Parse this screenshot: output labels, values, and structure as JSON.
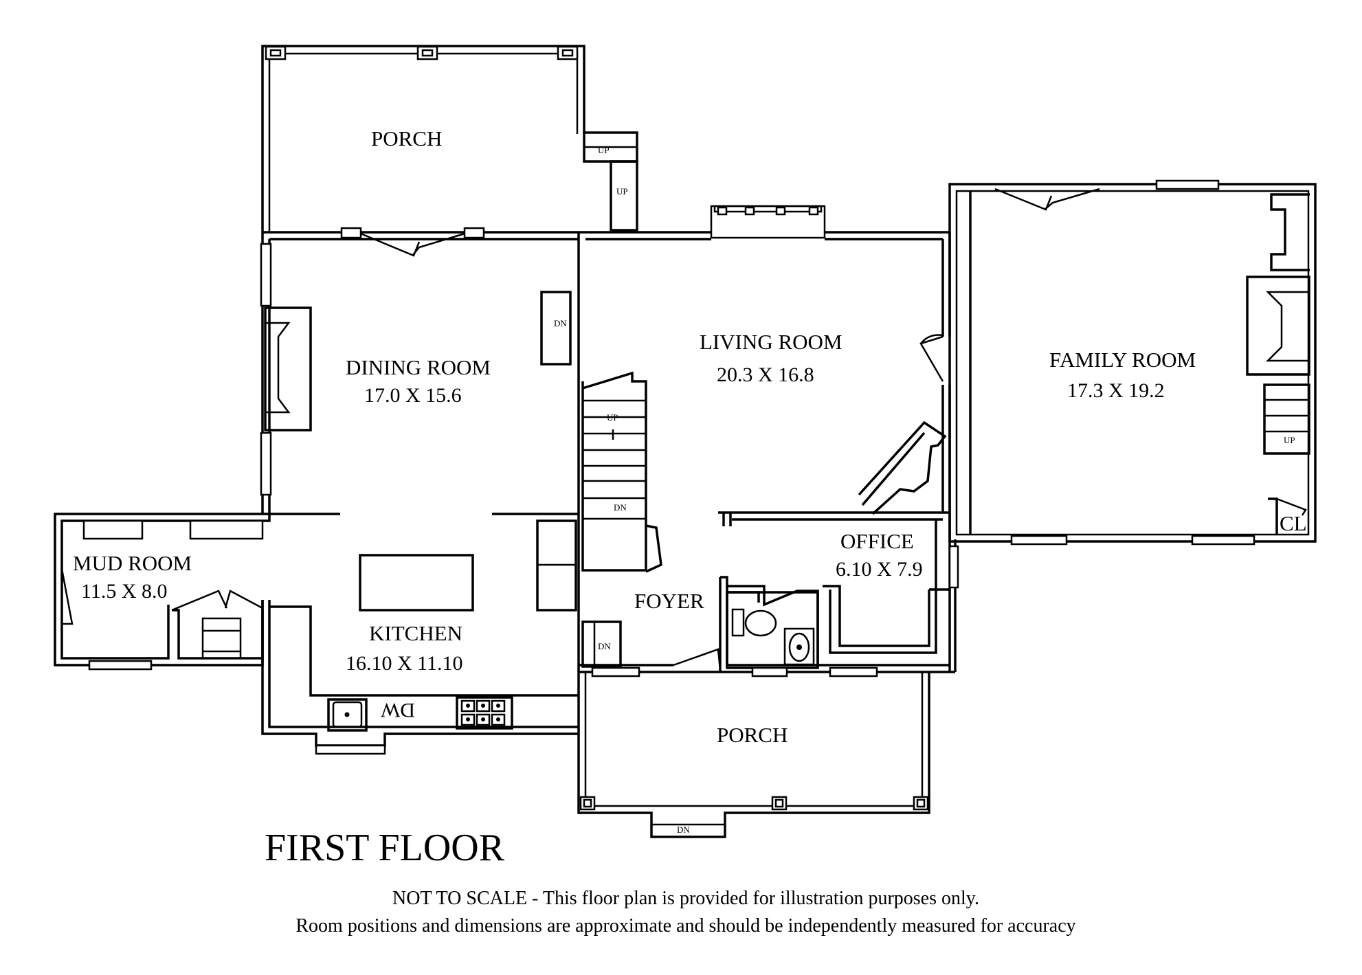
{
  "plan": {
    "title": "FIRST FLOOR",
    "disclaimer_line1": "NOT TO SCALE - This floor plan is provided for illustration purposes only.",
    "disclaimer_line2": "Room positions and dimensions are approximate and should be independently measured for accuracy"
  },
  "rooms": {
    "porch_top": {
      "name": "PORCH"
    },
    "dining": {
      "name": "DINING ROOM",
      "size": "17.0 X 15.6"
    },
    "living": {
      "name": "LIVING ROOM",
      "size": "20.3 X 16.8"
    },
    "family": {
      "name": "FAMILY ROOM",
      "size": "17.3 X 19.2"
    },
    "mud": {
      "name": "MUD ROOM",
      "size": "11.5 X 8.0"
    },
    "kitchen": {
      "name": "KITCHEN",
      "size": "16.10 X 11.10"
    },
    "office": {
      "name": "OFFICE",
      "size": "6.10 X 7.9"
    },
    "foyer": {
      "name": "FOYER"
    },
    "porch_front": {
      "name": "PORCH"
    },
    "closet": {
      "name": "CL"
    }
  },
  "fixtures": {
    "dishwasher": "DW",
    "stair_up": "UP",
    "stair_down": "DN"
  }
}
